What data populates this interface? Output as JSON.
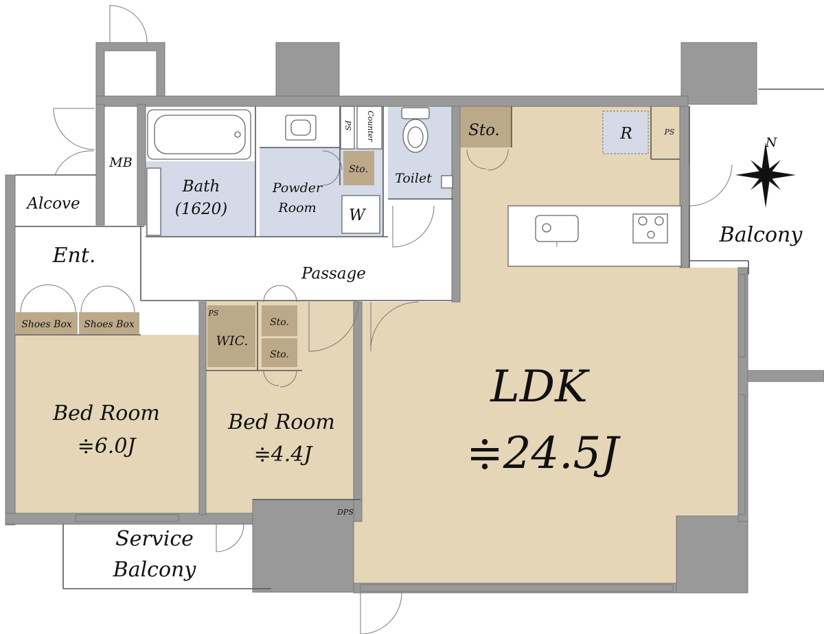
{
  "rooms": {
    "ldk": {
      "name": "LDK",
      "size": "≑24.5J"
    },
    "bedroom1": {
      "name": "Bed Room",
      "size": "≑6.0J"
    },
    "bedroom2": {
      "name": "Bed Room",
      "size": "≑4.4J"
    },
    "bath": {
      "name": "Bath",
      "size": "(1620)"
    },
    "powder": {
      "line1": "Powder",
      "line2": "Room"
    },
    "toilet": "Toilet",
    "passage": "Passage",
    "entrance": "Ent.",
    "alcove": "Alcove",
    "mb": "MB",
    "wic": "WIC.",
    "balcony": "Balcony",
    "service_balcony": {
      "line1": "Service",
      "line2": "Balcony"
    }
  },
  "labels": {
    "sto_kitchen": "Sto.",
    "sto_powder": "Sto.",
    "sto_wic_1": "Sto.",
    "sto_wic_2": "Sto.",
    "shoes_box_1": "Shoes Box",
    "shoes_box_2": "Shoes Box",
    "washer": "W",
    "fridge": "R",
    "ps_bath": "PS",
    "ps_kitchen": "PS",
    "ps_wic": "PS",
    "counter": "Counter",
    "dps": "DPS",
    "compass_north": "N"
  },
  "colors": {
    "living_area": "#e5d6b8",
    "wet_area": "#d4dae8",
    "storage": "#bca98a",
    "walls": "#999999"
  },
  "icons": [
    "compass-icon",
    "bathtub-icon",
    "sink-icon",
    "toilet-icon",
    "stove-icon",
    "door-swing-icon"
  ]
}
